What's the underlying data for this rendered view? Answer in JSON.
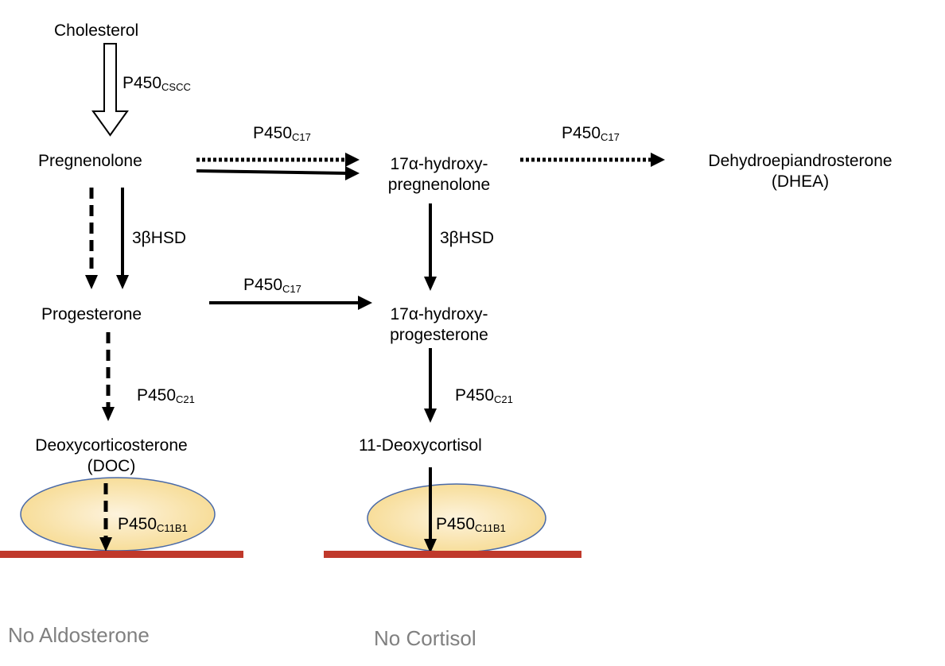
{
  "nodes": {
    "cholesterol": "Cholesterol",
    "pregnenolone": "Pregnenolone",
    "hydroxy_preg_1": "17α-hydroxy-",
    "hydroxy_preg_2": "pregnenolone",
    "dhea_1": "Dehydroepiandrosterone",
    "dhea_2": "(DHEA)",
    "progesterone": "Progesterone",
    "hydroxy_prog_1": "17α-hydroxy-",
    "hydroxy_prog_2": "progesterone",
    "doc_1": "Deoxycorticosterone",
    "doc_2": "(DOC)",
    "deoxycortisol": "11-Deoxycortisol"
  },
  "enzymes": {
    "cscc": {
      "base": "P450",
      "sub": "CSCC"
    },
    "c17_a": {
      "base": "P450",
      "sub": "C17"
    },
    "c17_b": {
      "base": "P450",
      "sub": "C17"
    },
    "c17_c": {
      "base": "P450",
      "sub": "C17"
    },
    "hsd_a": "3βHSD",
    "hsd_b": "3βHSD",
    "c21_a": {
      "base": "P450",
      "sub": "C21"
    },
    "c21_b": {
      "base": "P450",
      "sub": "C21"
    },
    "c11b1_a": {
      "base": "P450",
      "sub": "C11B1"
    },
    "c11b1_b": {
      "base": "P450",
      "sub": "C11B1"
    }
  },
  "outcomes": {
    "aldosterone": "No Aldosterone",
    "cortisol": "No Cortisol"
  },
  "colors": {
    "block_bar": "#c0392b",
    "enzyme_fill_center": "#fdf3dd",
    "enzyme_fill_edge": "#f6d98c",
    "enzyme_stroke": "#4a6aa8",
    "outcome_text": "#808080"
  }
}
